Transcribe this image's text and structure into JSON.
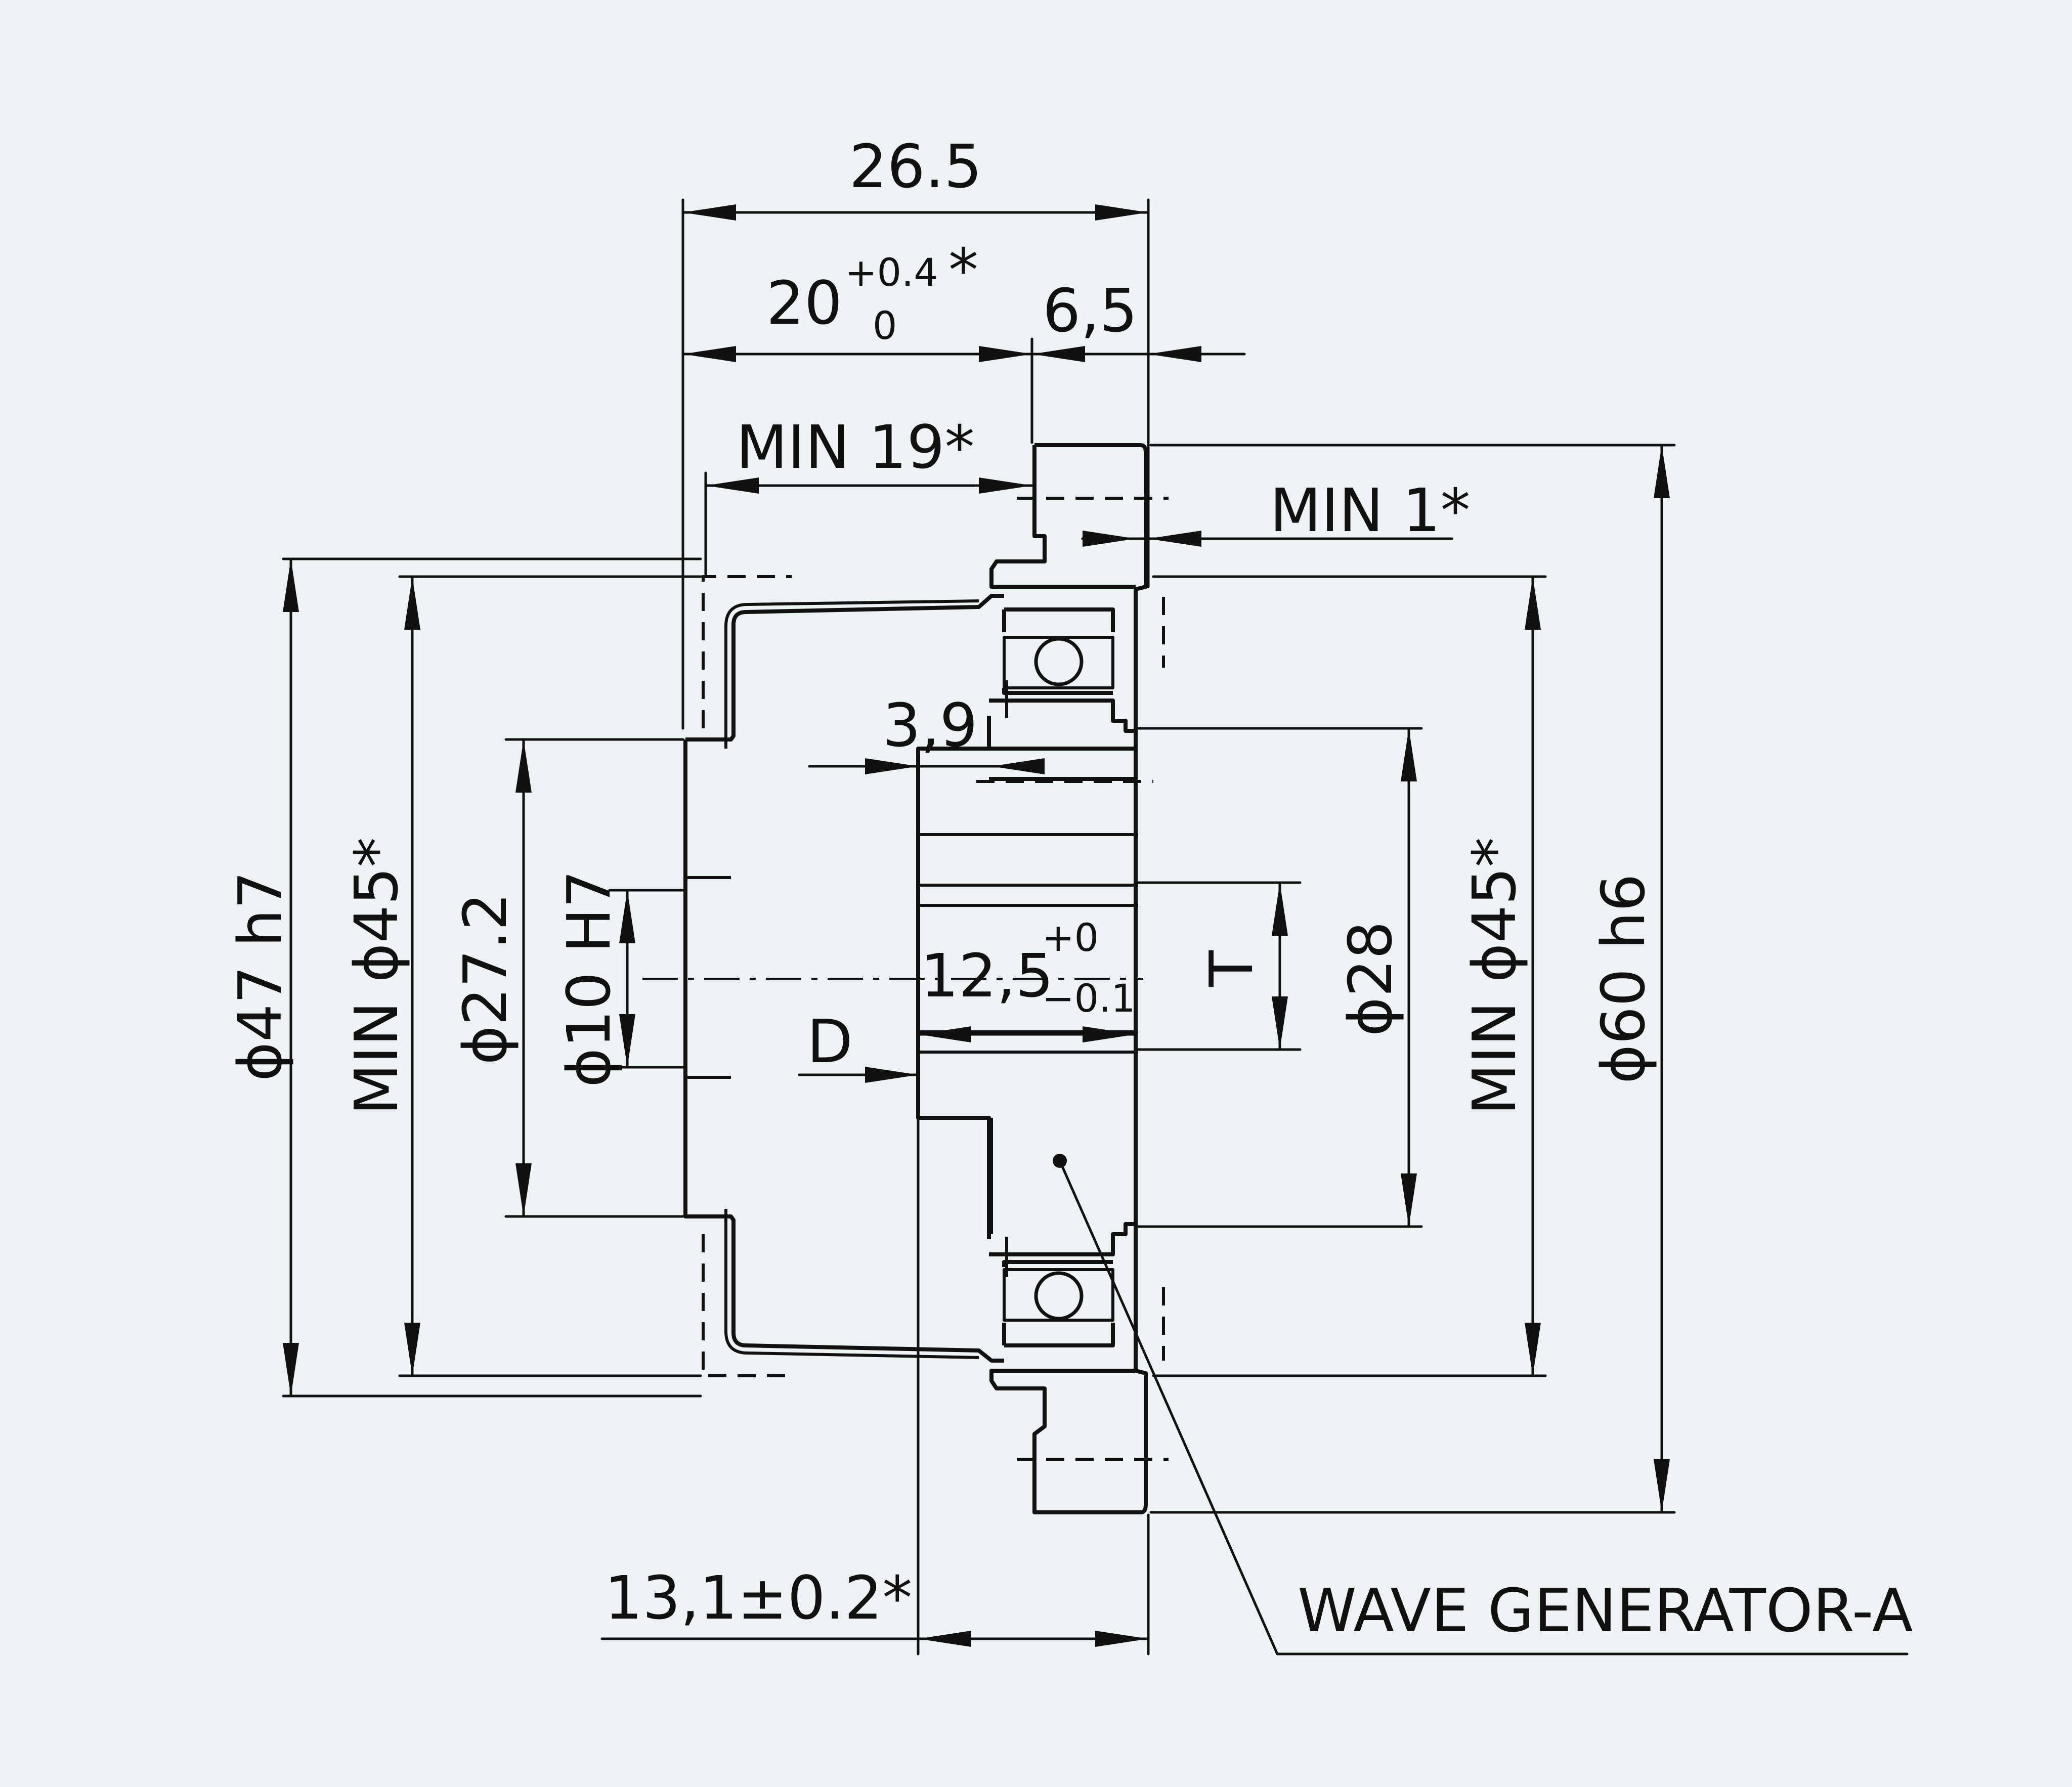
{
  "dimensions": {
    "overall_length": "26.5",
    "length_20": "20",
    "length_20_tol_upper": "+0.4",
    "length_20_tol_lower": "0",
    "length_20_star": "*",
    "flange_thickness": "6,5",
    "min_19": "MIN 19*",
    "min_1": "MIN 1*",
    "width_39": "3,9",
    "width_125": "12,5",
    "width_125_tol_upper": "+0",
    "width_125_tol_lower": "−0.1",
    "d_label": "D",
    "t_label": "T",
    "length_131": "13,1±0.2*",
    "dia_47": "ϕ47 h7",
    "dia_min45_left": "MIN ϕ45*",
    "dia_272": "ϕ27.2",
    "dia_10": "ϕ10 H7",
    "dia_28": "ϕ28",
    "dia_min45_right": "MIN ϕ45*",
    "dia_60": "ϕ60 h6"
  },
  "labels": {
    "wave_generator": "WAVE GENERATOR-A"
  }
}
